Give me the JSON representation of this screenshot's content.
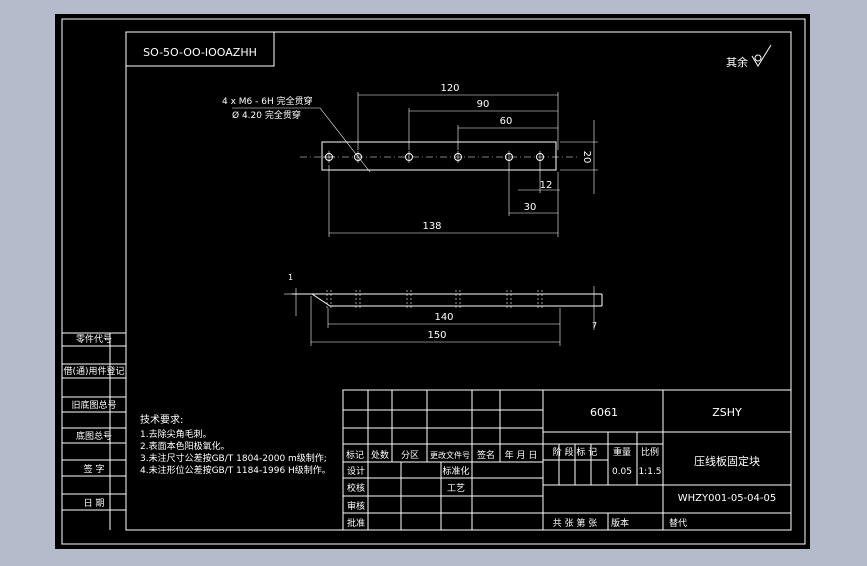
{
  "drawing_code": "SO-5O-OO-IOOAZHH",
  "surface_finish": "其余",
  "hole_note": {
    "line1": "4 x  M6 - 6H  完全贯穿",
    "line2": "Ø  4.20  完全贯穿"
  },
  "dims": {
    "d120": "120",
    "d90": "90",
    "d60": "60",
    "d20": "20",
    "d12": "12",
    "d30": "30",
    "d138": "138",
    "d140": "140",
    "d150": "150",
    "d_left": "1",
    "d_right": "7"
  },
  "tech_req": {
    "title": "技术要求:",
    "items": [
      "1.去除尖角毛刺。",
      "2.表面本色阳极氧化。",
      "3.未注尺寸公差按GB/T 1804-2000 m级制作;",
      "4.未注形位公差按GB/T 1184-1996 H级制作。"
    ]
  },
  "left_panel": [
    "零件代号",
    "借(通)用件登记",
    "旧底图总号",
    "底图总号",
    "签  字",
    "日  期"
  ],
  "title_block": {
    "material": "6061",
    "company": "ZSHY",
    "part_name": "压线板固定块",
    "drawing_number": "WHZY001-05-04-05",
    "rev_headers": [
      "标记",
      "处数",
      "分区",
      "更改文件号",
      "签名",
      "年 月 日"
    ],
    "rows": [
      "设计",
      "校核",
      "审核",
      "批准"
    ],
    "std_label": "标准化",
    "process_label": "工艺",
    "stage_label": "阶 段 标 记",
    "weight_label": "重量",
    "scale_label": "比例",
    "weight": "0.05",
    "scale": "1:1.5",
    "sheets": "共  张  第  张",
    "version_label": "版本",
    "replace_label": "替代"
  }
}
